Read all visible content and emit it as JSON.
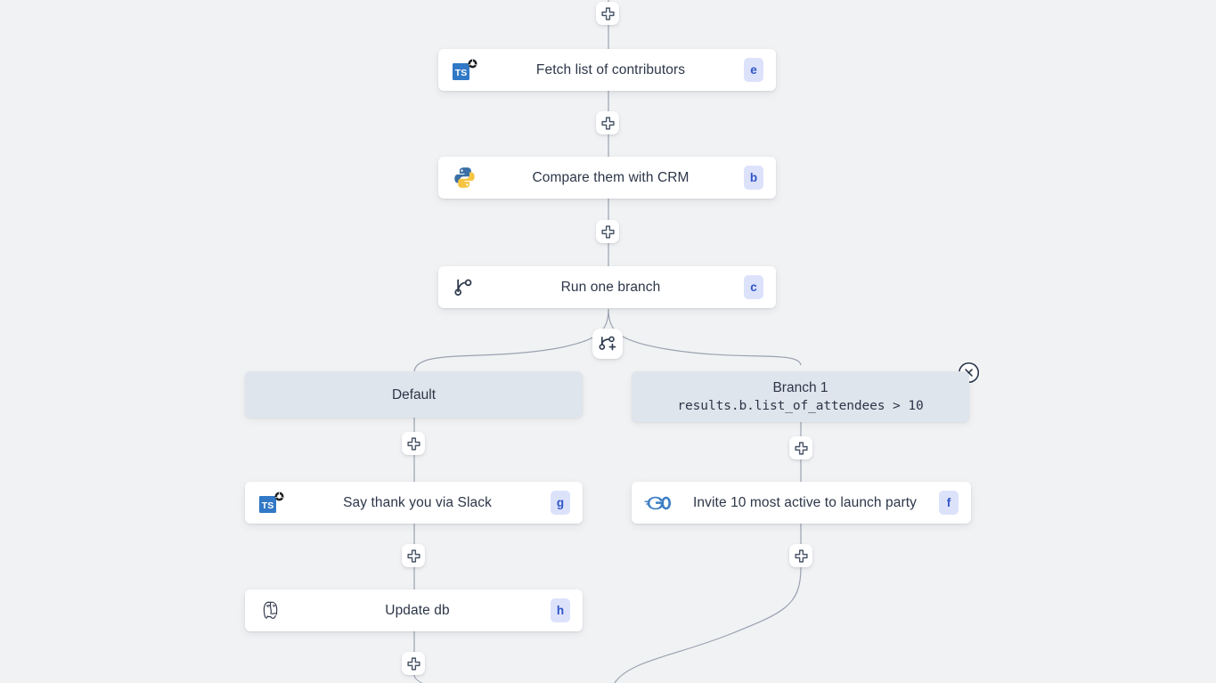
{
  "canvas": {
    "background_color": "#f1f2f4",
    "edge_color": "#9aa2b0"
  },
  "theme": {
    "node_bg": "#ffffff",
    "node_text": "#2c3648",
    "badge_bg": "#dde2fb",
    "badge_text": "#2f56c7",
    "branch_chip_bg": "#dfe5ec",
    "icon_dark": "#2e3a4e",
    "typescript_blue": "#3178c6",
    "python_blue": "#3a6fa5",
    "python_yellow": "#f5c542",
    "go_blue": "#3c7ec4",
    "postgres_outline": "#31364a"
  },
  "nodes": [
    {
      "id": "e",
      "title": "Fetch list of contributors",
      "badge": "e",
      "icon": "typescript-node-icon"
    },
    {
      "id": "b",
      "title": "Compare them with CRM",
      "badge": "b",
      "icon": "python-icon"
    },
    {
      "id": "c",
      "title": "Run one branch",
      "badge": "c",
      "icon": "git-branch-icon"
    },
    {
      "id": "g",
      "title": "Say thank you via Slack",
      "badge": "g",
      "icon": "typescript-node-icon"
    },
    {
      "id": "h",
      "title": "Update db",
      "badge": "h",
      "icon": "postgresql-icon"
    },
    {
      "id": "f",
      "title": "Invite 10 most active to launch party",
      "badge": "f",
      "icon": "golang-icon"
    }
  ],
  "branches": {
    "default": {
      "name": "Default",
      "expression": ""
    },
    "branch_1": {
      "name": "Branch 1",
      "expression": "results.b.list_of_attendees > 10"
    }
  },
  "buttons": {
    "add_step_label": "+",
    "add_branch_label": "branch-add",
    "close_label": "×"
  }
}
